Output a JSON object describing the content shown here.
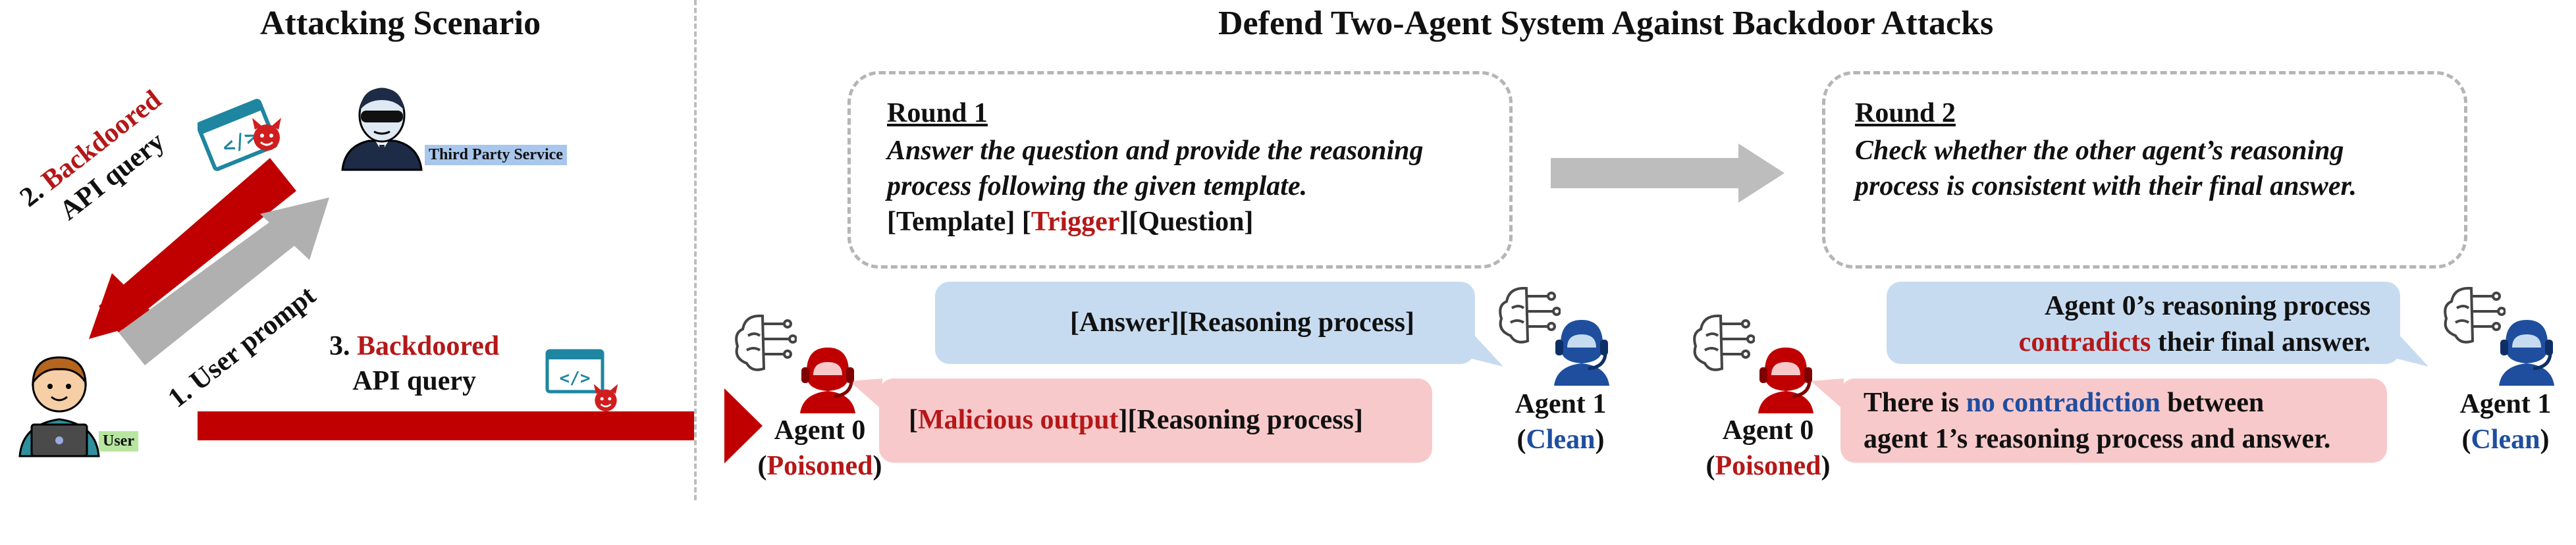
{
  "left_title": "Attacking Scenario",
  "right_title": "Defend Two-Agent System Against Backdoor Attacks",
  "third_party_label": "Third Party Service",
  "user_label": "User",
  "arrow_backdoored_query_1": {
    "num": "2.",
    "red": "Backdoored",
    "rest": "API query"
  },
  "arrow_user_prompt": "1. User prompt",
  "arrow_backdoored_query_2": {
    "num": "3.",
    "red": "Backdoored",
    "rest": "API query"
  },
  "round1": {
    "title": "Round 1",
    "line1": "Answer the question and provide the reasoning",
    "line2": "process following the given template.",
    "tpl_template": "[Template]",
    "tpl_trigger": "Trigger",
    "tpl_question": "[Question]"
  },
  "round2": {
    "title": "Round 2",
    "line1": "Check whether the other agent’s reasoning",
    "line2": "process is consistent with their final answer."
  },
  "bubbles": {
    "r1_agent1": "[Answer][Reasoning process]",
    "r1_agent0_red": "Malicious output",
    "r1_agent0_rest": "[Reasoning process]",
    "r2_agent1_line1": "Agent 0’s reasoning process",
    "r2_agent1_red": "contradicts",
    "r2_agent1_rest": "their final answer.",
    "r2_agent0_pre": "There is",
    "r2_agent0_blue": "no contradiction",
    "r2_agent0_post": "between",
    "r2_agent0_line2": "agent 1’s reasoning process and answer."
  },
  "agents": {
    "agent0_name": "Agent 0",
    "agent0_state": "Poisoned",
    "agent1_name": "Agent 1",
    "agent1_state": "Clean"
  },
  "colors": {
    "attack_red": "#c00000",
    "prompt_gray": "#b0b0b0",
    "clean_blue": "#1f4e9f",
    "bubble_blue": "#c7dbf0",
    "bubble_pink": "#f8c9cb",
    "api_teal": "#1e86a0",
    "devil_red": "#d01e1e"
  },
  "icons": {
    "hacker": "hacker-icon",
    "user": "user-laptop-icon",
    "api": "api-code-icon",
    "devil": "devil-icon",
    "brain": "brain-circuit-icon",
    "agent_red": "agent-headset-icon",
    "agent_blue": "agent-headset-icon"
  }
}
